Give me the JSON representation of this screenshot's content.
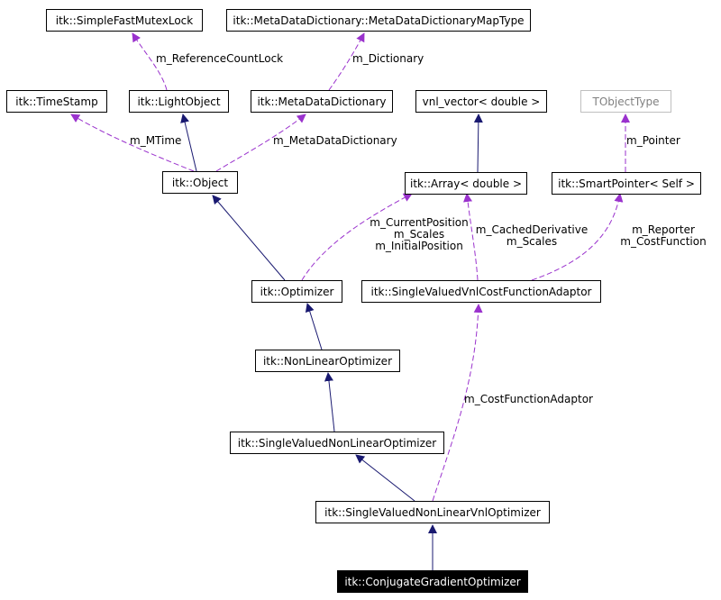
{
  "colors": {
    "inheritance": "#191970",
    "usage": "#9a32cd",
    "border": "#000000",
    "external_border": "#bfbfbf"
  },
  "nodes": {
    "simple_fast_mutex_lock": "itk::SimpleFastMutexLock",
    "meta_data_dictionary_map_type": "itk::MetaDataDictionary::MetaDataDictionaryMapType",
    "time_stamp": "itk::TimeStamp",
    "light_object": "itk::LightObject",
    "meta_data_dictionary": "itk::MetaDataDictionary",
    "vnl_vector": "vnl_vector< double >",
    "tobject_type": "TObjectType",
    "object": "itk::Object",
    "array": "itk::Array< double >",
    "smart_pointer": "itk::SmartPointer< Self >",
    "optimizer": "itk::Optimizer",
    "cost_function_adaptor": "itk::SingleValuedVnlCostFunctionAdaptor",
    "non_linear_optimizer": "itk::NonLinearOptimizer",
    "single_valued_non_linear_optimizer": "itk::SingleValuedNonLinearOptimizer",
    "single_valued_non_linear_vnl_optimizer": "itk::SingleValuedNonLinearVnlOptimizer",
    "conjugate_gradient_optimizer": "itk::ConjugateGradientOptimizer"
  },
  "edge_labels": {
    "reference_count_lock": "m_ReferenceCountLock",
    "dictionary": "m_Dictionary",
    "mtime": "m_MTime",
    "meta_data_dictionary": "m_MetaDataDictionary",
    "pointer": "m_Pointer",
    "current_position": "m_CurrentPosition",
    "scales_left": "m_Scales",
    "initial_position": "m_InitialPosition",
    "cached_derivative": "m_CachedDerivative",
    "scales_right": "m_Scales",
    "reporter": "m_Reporter",
    "cost_function": "m_CostFunction",
    "cost_function_adaptor": "m_CostFunctionAdaptor"
  }
}
